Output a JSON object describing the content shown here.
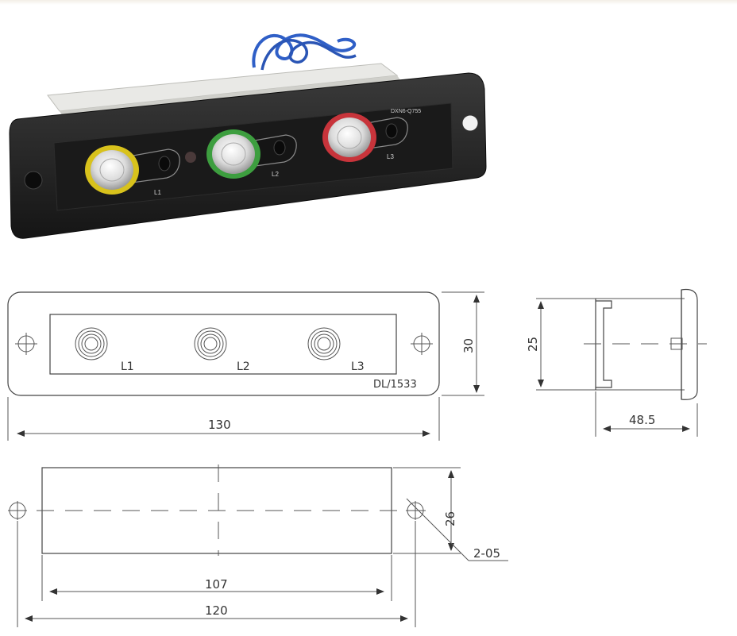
{
  "photo": {
    "model_label": "DXN6-Q755",
    "indicators": [
      {
        "label": "L1",
        "ring_color": "#d8c21c"
      },
      {
        "label": "L2",
        "ring_color": "#3d9e3f"
      },
      {
        "label": "L3",
        "ring_color": "#c8343b"
      }
    ],
    "wire_color": "#2f5fc7",
    "body_color": "#1f1f1f"
  },
  "front_view": {
    "indicator_labels": [
      "L1",
      "L2",
      "L3"
    ],
    "code_label": "DL/1533",
    "height_dim": "30",
    "width_dim": "130"
  },
  "side_view": {
    "height_dim": "25",
    "depth_dim": "48.5"
  },
  "cutout_view": {
    "height_dim": "26",
    "hole_note": "2-05",
    "cutout_width_dim": "107",
    "hole_spacing_dim": "120"
  }
}
